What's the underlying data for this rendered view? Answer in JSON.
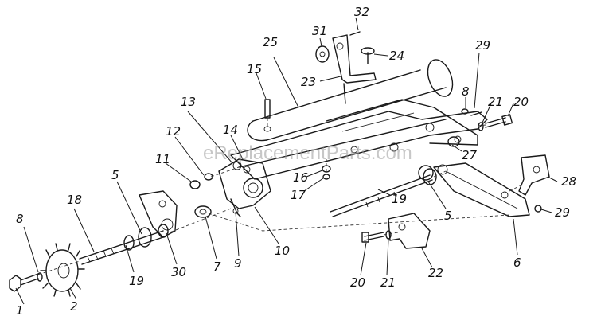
{
  "watermark": "eReplacementParts.com",
  "callouts": [
    {
      "id": "c1",
      "label": "1"
    },
    {
      "id": "c2",
      "label": "2"
    },
    {
      "id": "c8a",
      "label": "8"
    },
    {
      "id": "c18",
      "label": "18"
    },
    {
      "id": "c19a",
      "label": "19"
    },
    {
      "id": "c5a",
      "label": "5"
    },
    {
      "id": "c30",
      "label": "30"
    },
    {
      "id": "c7",
      "label": "7"
    },
    {
      "id": "c11",
      "label": "11"
    },
    {
      "id": "c12",
      "label": "12"
    },
    {
      "id": "c13",
      "label": "13"
    },
    {
      "id": "c14",
      "label": "14"
    },
    {
      "id": "c9",
      "label": "9"
    },
    {
      "id": "c10",
      "label": "10"
    },
    {
      "id": "c15",
      "label": "15"
    },
    {
      "id": "c25",
      "label": "25"
    },
    {
      "id": "c16",
      "label": "16"
    },
    {
      "id": "c17",
      "label": "17"
    },
    {
      "id": "c31",
      "label": "31"
    },
    {
      "id": "c32",
      "label": "32"
    },
    {
      "id": "c24",
      "label": "24"
    },
    {
      "id": "c23",
      "label": "23"
    },
    {
      "id": "c19b",
      "label": "19"
    },
    {
      "id": "c5b",
      "label": "5"
    },
    {
      "id": "c27",
      "label": "27"
    },
    {
      "id": "c29a",
      "label": "29"
    },
    {
      "id": "c8b",
      "label": "8"
    },
    {
      "id": "c21a",
      "label": "21"
    },
    {
      "id": "c20a",
      "label": "20"
    },
    {
      "id": "c28",
      "label": "28"
    },
    {
      "id": "c29b",
      "label": "29"
    },
    {
      "id": "c6",
      "label": "6"
    },
    {
      "id": "c20b",
      "label": "20"
    },
    {
      "id": "c21b",
      "label": "21"
    },
    {
      "id": "c22",
      "label": "22"
    }
  ]
}
